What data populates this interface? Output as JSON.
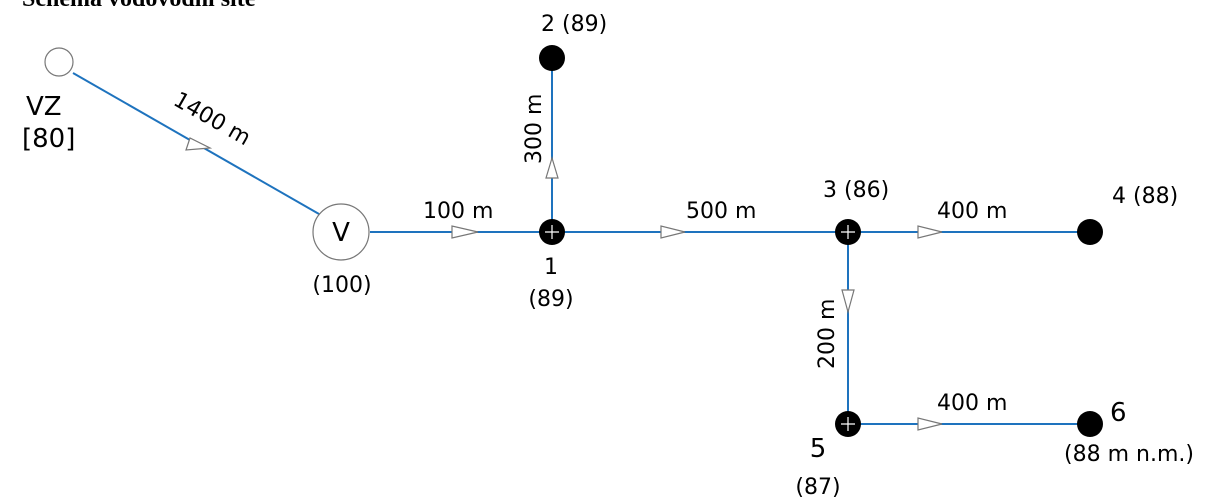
{
  "heading": "Schéma vodovodní sítě",
  "colors": {
    "pipe": "#1e73be",
    "node": "#000000",
    "arrow_outline": "#777777"
  },
  "sources": {
    "vz": {
      "name": "VZ",
      "level": "[80]"
    },
    "v": {
      "name": "V",
      "level": "(100)"
    }
  },
  "nodes": [
    {
      "id": "1",
      "label": "1",
      "level": "(89)"
    },
    {
      "id": "2",
      "label": "2 (89)"
    },
    {
      "id": "3",
      "label": "3 (86)"
    },
    {
      "id": "4",
      "label": "4 (88)"
    },
    {
      "id": "5",
      "label": "5",
      "level": "(87)"
    },
    {
      "id": "6",
      "label": "6",
      "level": "(88 m n.m.)"
    }
  ],
  "pipes": [
    {
      "from": "VZ",
      "to": "V",
      "length": "1400 m"
    },
    {
      "from": "V",
      "to": "1",
      "length": "100 m"
    },
    {
      "from": "1",
      "to": "2",
      "length": "300 m"
    },
    {
      "from": "1",
      "to": "3",
      "length": "500 m"
    },
    {
      "from": "3",
      "to": "4",
      "length": "400 m"
    },
    {
      "from": "3",
      "to": "5",
      "length": "200 m"
    },
    {
      "from": "5",
      "to": "6",
      "length": "400 m"
    }
  ]
}
